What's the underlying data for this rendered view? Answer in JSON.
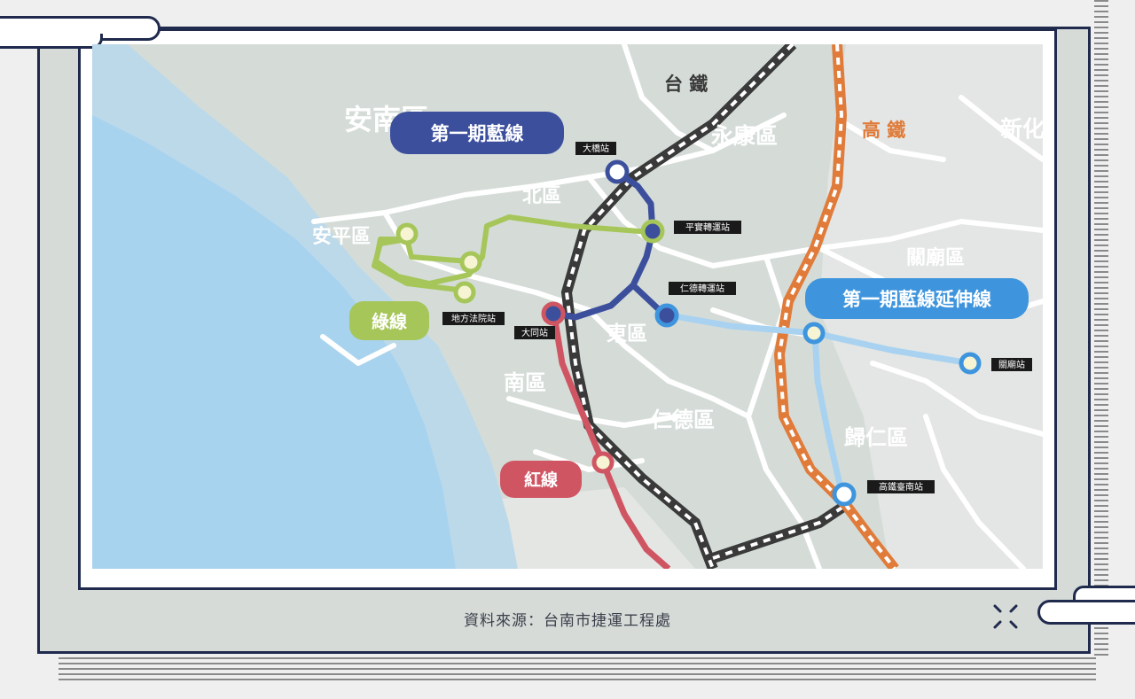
{
  "title": "",
  "source_caption": "資料來源：台南市捷運工程處",
  "colors": {
    "blue_line": "#3c4f9d",
    "blue_ext": "#3f95dd",
    "blue_ext_track": "#a9d2f1",
    "green_line": "#a6c65a",
    "red_line": "#d05563",
    "hsr": "#e07b3a",
    "tra": "#3a3a3a",
    "sea": "#a8d3ef",
    "land": "#d5dcd7"
  },
  "railways": {
    "tra_label": "台 鐵",
    "hsr_label": "高 鐵"
  },
  "districts": [
    {
      "label": "安南區"
    },
    {
      "label": "永康區"
    },
    {
      "label": "新化"
    },
    {
      "label": "北區"
    },
    {
      "label": "安平區"
    },
    {
      "label": "關廟區"
    },
    {
      "label": "東區"
    },
    {
      "label": "南區"
    },
    {
      "label": "仁德區"
    },
    {
      "label": "歸仁區"
    }
  ],
  "lines": {
    "blue_phase1": "第一期藍線",
    "blue_ext": "第一期藍線延伸線",
    "green": "綠線",
    "red": "紅線"
  },
  "stations": {
    "daqiao": "大橋站",
    "pingshi": "平實轉運站",
    "rende": "仁德轉運站",
    "datong": "大同站",
    "court": "地方法院站",
    "guanmiao": "關廟站",
    "hsr_tainan": "高鐵臺南站"
  },
  "icons": {
    "sparkle": "sparkle-icon"
  }
}
